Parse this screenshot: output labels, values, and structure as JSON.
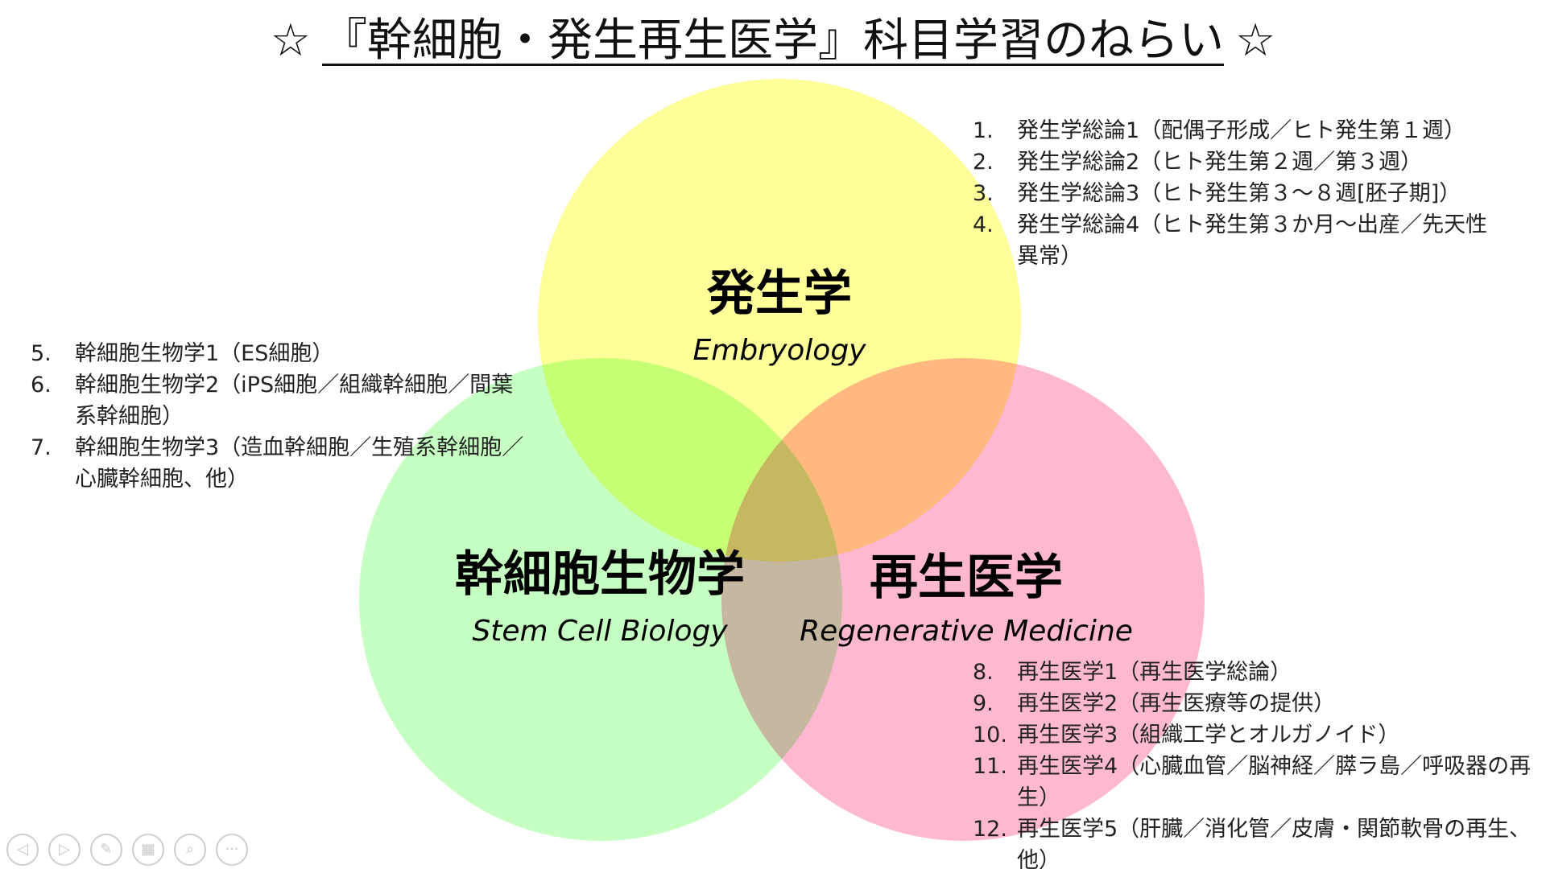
{
  "title": {
    "star_left": "☆",
    "text": "『幹細胞・発生再生医学』科目学習のねらい",
    "star_right": "☆"
  },
  "colors": {
    "embryology": "#ffff99",
    "stem_cell": "#c6ffc2",
    "regenerative": "#ffb8d2"
  },
  "categories": {
    "embryology": {
      "ja": "発生学",
      "en": "Embryology"
    },
    "stem_cell": {
      "ja": "幹細胞生物学",
      "en": "Stem Cell Biology"
    },
    "regenerative": {
      "ja": "再生医学",
      "en": "Regenerative Medicine"
    }
  },
  "lists": {
    "embryology": [
      {
        "num": "1.",
        "text": "発生学総論1（配偶子形成／ヒト発生第１週）"
      },
      {
        "num": "2.",
        "text": "発生学総論2（ヒト発生第２週／第３週）"
      },
      {
        "num": "3.",
        "text": "発生学総論3（ヒト発生第３～８週[胚子期]）"
      },
      {
        "num": "4.",
        "text": "発生学総論4（ヒト発生第３か月～出産／先天性異常）"
      }
    ],
    "stem_cell": [
      {
        "num": "5.",
        "text": "幹細胞生物学1（ES細胞）"
      },
      {
        "num": "6.",
        "text": "幹細胞生物学2（iPS細胞／組織幹細胞／間葉系幹細胞）"
      },
      {
        "num": "7.",
        "text": "幹細胞生物学3（造血幹細胞／生殖系幹細胞／心臓幹細胞、他）"
      }
    ],
    "regenerative": [
      {
        "num": "8.",
        "text": "再生医学1（再生医学総論）"
      },
      {
        "num": "9.",
        "text": "再生医学2（再生医療等の提供）"
      },
      {
        "num": "10.",
        "text": "再生医学3（組織工学とオルガノイド）"
      },
      {
        "num": "11.",
        "text": "再生医学4（心臓血管／脳神経／膵ラ島／呼吸器の再生）"
      },
      {
        "num": "12.",
        "text": "再生医学5（肝臓／消化管／皮膚・関節軟骨の再生、他）"
      }
    ]
  },
  "nav": [
    {
      "icon": "prev-icon",
      "glyph": "◁"
    },
    {
      "icon": "next-icon",
      "glyph": "▷"
    },
    {
      "icon": "pen-icon",
      "glyph": "✎"
    },
    {
      "icon": "slides-icon",
      "glyph": "▦"
    },
    {
      "icon": "zoom-icon",
      "glyph": "⌕"
    },
    {
      "icon": "more-icon",
      "glyph": "···"
    }
  ]
}
